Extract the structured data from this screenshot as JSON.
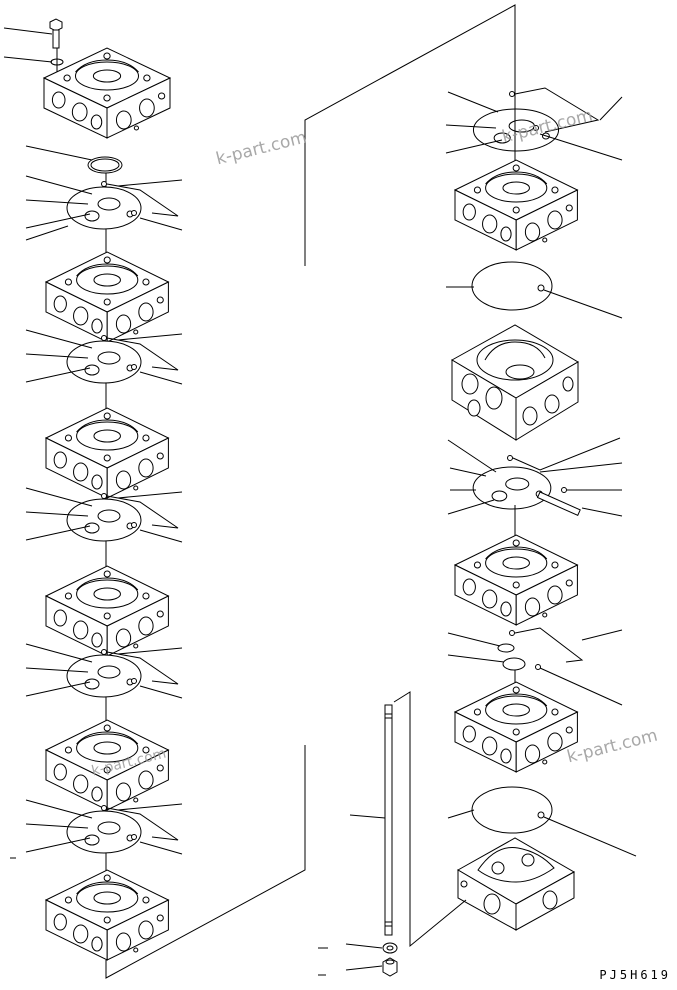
{
  "drawing_code": "PJ5H619",
  "watermarks": [
    "k-part.com",
    "k-part.com",
    "k-part.com",
    "k-part.com"
  ],
  "colors": {
    "line": "#000000",
    "watermark": "#9a9a9a",
    "background": "#ffffff"
  }
}
